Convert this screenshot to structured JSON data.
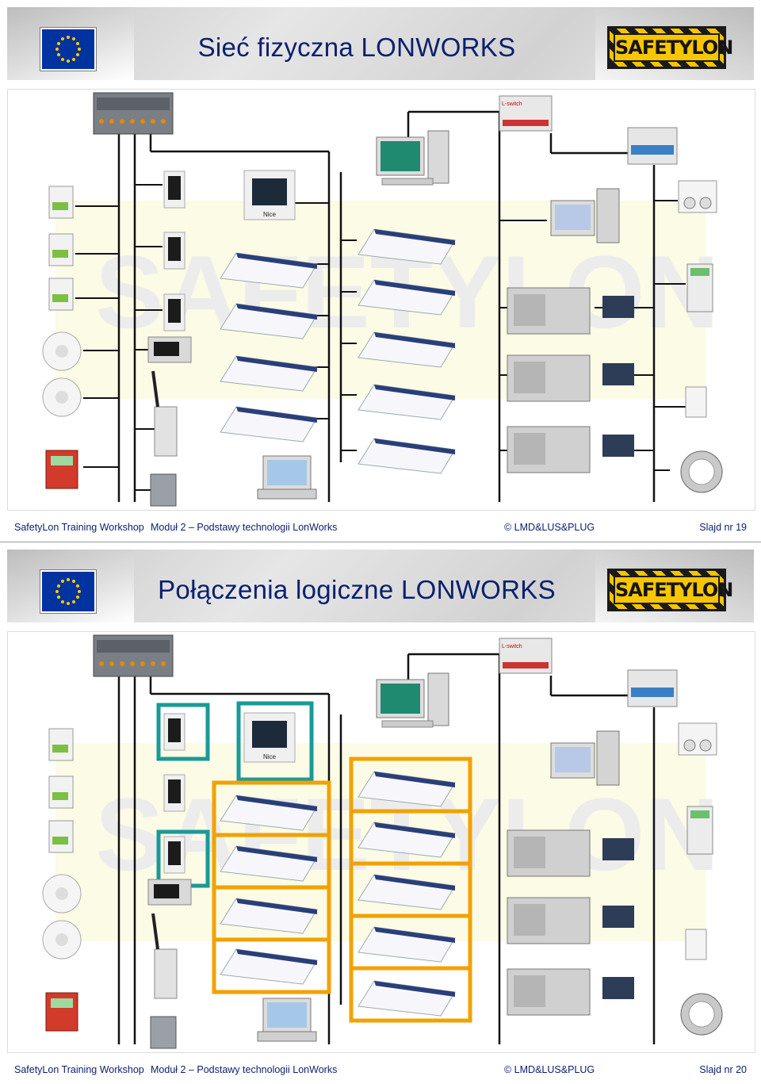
{
  "slides": [
    {
      "title": "Sieć fizyczna LONWORKS",
      "logo": "SAFETYLON",
      "watermark": "SAFETYLON",
      "footer": {
        "workshop": "SafetyLon Training Workshop",
        "module": "Moduł 2 – Podstawy technologii LonWorks",
        "copyright": "© LMD&LUS&PLUG",
        "slide_no": "Slajd nr 19"
      }
    },
    {
      "title": "Połączenia logiczne LONWORKS",
      "logo": "SAFETYLON",
      "watermark": "SAFETYLON",
      "footer": {
        "workshop": "SafetyLon Training Workshop",
        "module": "Moduł 2 – Podstawy technologii LonWorks",
        "copyright": "© LMD&LUS&PLUG",
        "slide_no": "Slajd nr 20"
      }
    }
  ],
  "devices": {
    "switch_brand": "L-switch",
    "panel_brand": "Nice"
  },
  "colors": {
    "title_text": "#0a1f6e",
    "eu_blue": "#0033a0",
    "eu_star": "#ffcc00",
    "bus_line": "#111111",
    "logical_teal": "#1a9a96",
    "logical_orange": "#f2a200",
    "logo_yellow": "#f5c400"
  },
  "icons": [
    "eu-flag-icon",
    "router-icon",
    "switch-icon",
    "pc-icon",
    "server-icon",
    "thermostat-icon",
    "smoke-detector-icon",
    "light-fixture-icon",
    "wall-panel-icon",
    "hvac-unit-icon",
    "chiller-icon",
    "meter-icon",
    "handheld-icon",
    "laptop-icon",
    "gateway-icon",
    "keypad-icon"
  ]
}
